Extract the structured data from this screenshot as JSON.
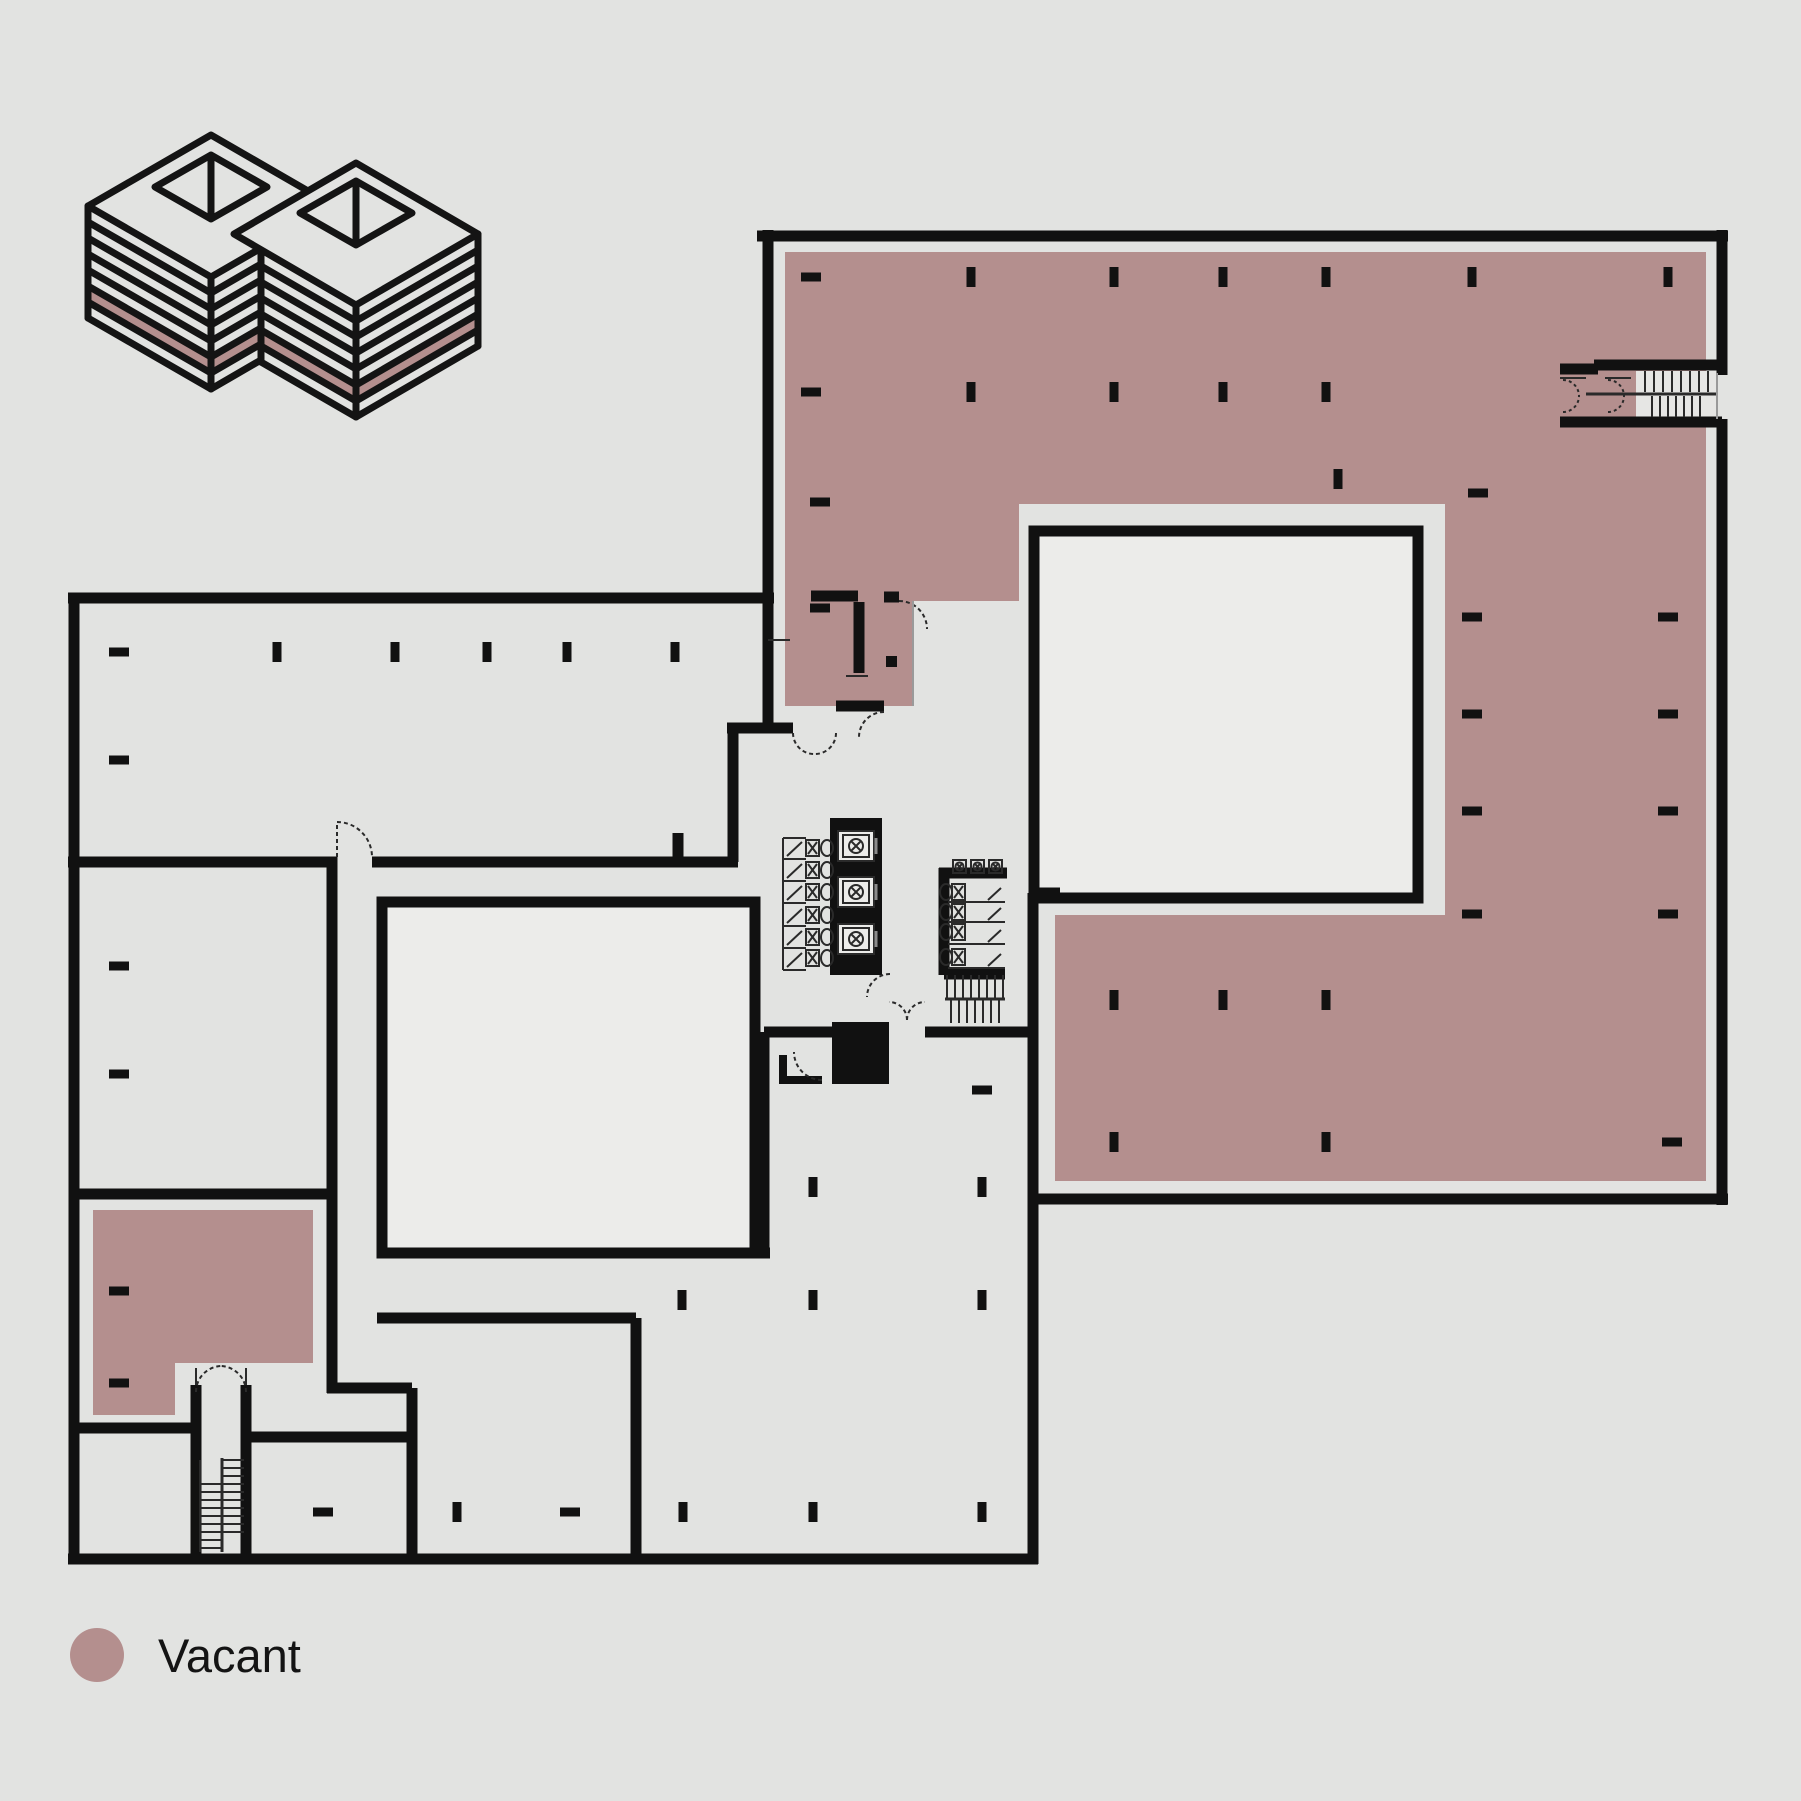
{
  "legend": {
    "label": "Vacant"
  },
  "colors": {
    "background": "#e2e3e1",
    "vacant": "#b48f8e",
    "wall": "#111111",
    "room_light": "#ececea",
    "fixture_line": "#2a2a2a"
  },
  "building_icon": {
    "name": "isometric-building-stack",
    "blocks": 2,
    "floor_lines_per_face": 7,
    "highlighted_floor_color": "#b48f8e"
  },
  "floor_plan": {
    "fixtures": {
      "elevators": 3,
      "toilet_stalls_left_bank": 6,
      "toilet_stalls_right_bank": 4,
      "sinks": 3,
      "stairwells": 3
    },
    "column_markers": [
      [
        811,
        277,
        "h"
      ],
      [
        971,
        277,
        "v"
      ],
      [
        1114,
        277,
        "v"
      ],
      [
        1223,
        277,
        "v"
      ],
      [
        1326,
        277,
        "v"
      ],
      [
        1472,
        277,
        "v"
      ],
      [
        1668,
        277,
        "v"
      ],
      [
        811,
        392,
        "h"
      ],
      [
        971,
        392,
        "v"
      ],
      [
        1114,
        392,
        "v"
      ],
      [
        1223,
        392,
        "v"
      ],
      [
        1326,
        392,
        "v"
      ],
      [
        1338,
        479,
        "v"
      ],
      [
        1478,
        493,
        "h"
      ],
      [
        820,
        502,
        "h"
      ],
      [
        820,
        608,
        "h"
      ],
      [
        1472,
        617,
        "h"
      ],
      [
        1668,
        617,
        "h"
      ],
      [
        1472,
        714,
        "h"
      ],
      [
        1668,
        714,
        "h"
      ],
      [
        1472,
        811,
        "h"
      ],
      [
        1668,
        811,
        "h"
      ],
      [
        1472,
        914,
        "h"
      ],
      [
        1668,
        914,
        "h"
      ],
      [
        1114,
        1000,
        "v"
      ],
      [
        1223,
        1000,
        "v"
      ],
      [
        1326,
        1000,
        "v"
      ],
      [
        1114,
        1142,
        "v"
      ],
      [
        1326,
        1142,
        "v"
      ],
      [
        1672,
        1142,
        "h"
      ],
      [
        119,
        652,
        "h"
      ],
      [
        277,
        652,
        "v"
      ],
      [
        395,
        652,
        "v"
      ],
      [
        487,
        652,
        "v"
      ],
      [
        567,
        652,
        "v"
      ],
      [
        675,
        652,
        "v"
      ],
      [
        119,
        760,
        "h"
      ],
      [
        119,
        966,
        "h"
      ],
      [
        119,
        1074,
        "h"
      ],
      [
        119,
        1291,
        "h"
      ],
      [
        119,
        1383,
        "h"
      ],
      [
        982,
        1090,
        "h"
      ],
      [
        813,
        1187,
        "v"
      ],
      [
        982,
        1187,
        "v"
      ],
      [
        682,
        1300,
        "v"
      ],
      [
        813,
        1300,
        "v"
      ],
      [
        982,
        1300,
        "v"
      ],
      [
        323,
        1512,
        "h"
      ],
      [
        457,
        1512,
        "v"
      ],
      [
        570,
        1512,
        "h"
      ],
      [
        683,
        1512,
        "v"
      ],
      [
        813,
        1512,
        "v"
      ],
      [
        982,
        1512,
        "v"
      ]
    ]
  }
}
